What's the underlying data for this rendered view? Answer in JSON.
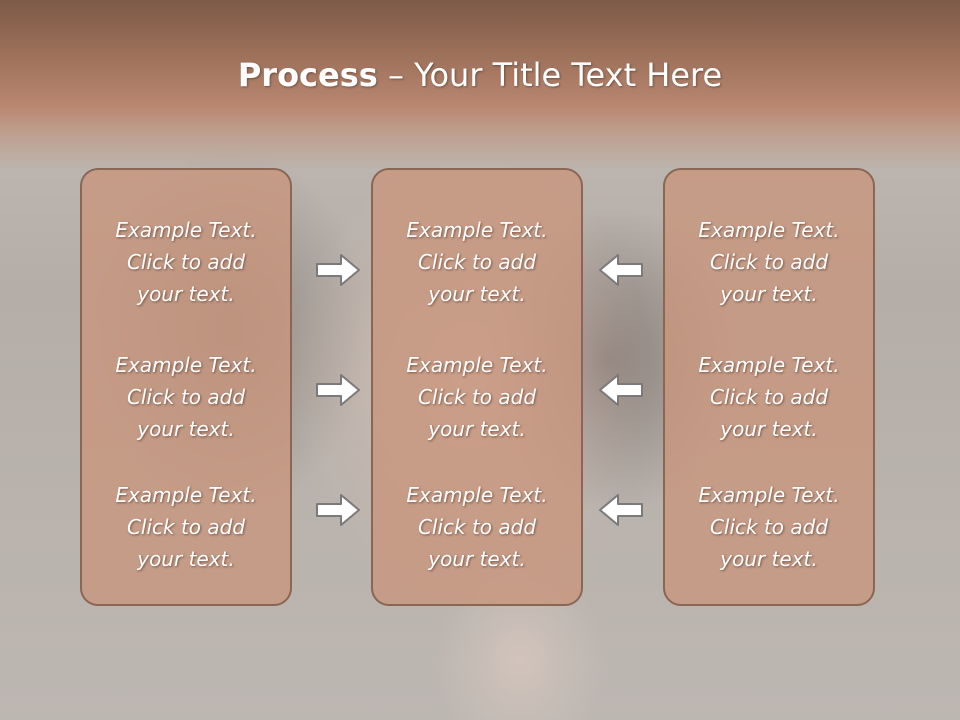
{
  "title": {
    "bold": "Process",
    "rest": " – Your Title Text Here"
  },
  "panels": {
    "left": [
      [
        "Example Text.",
        "Click  to add",
        "your text."
      ],
      [
        "Example Text.",
        "Click  to add",
        "your text."
      ],
      [
        "Example Text.",
        "Click  to add",
        "your text."
      ]
    ],
    "center": [
      [
        "Example Text.",
        "Click  to add",
        "your text."
      ],
      [
        "Example Text.",
        "Click  to add",
        "your text."
      ],
      [
        "Example Text.",
        "Click  to add",
        "your text."
      ]
    ],
    "right": [
      [
        "Example Text.",
        "Click  to add",
        "your text."
      ],
      [
        "Example Text.",
        "Click  to add",
        "your text."
      ],
      [
        "Example Text.",
        "Click  to add",
        "your text."
      ]
    ]
  },
  "arrows": {
    "left_column": "right-arrow-icon",
    "right_column": "left-arrow-icon"
  },
  "colors": {
    "header": "#b98670",
    "panel_fill": "#c8967d",
    "panel_border": "#8a6654",
    "text": "#ffffff"
  }
}
